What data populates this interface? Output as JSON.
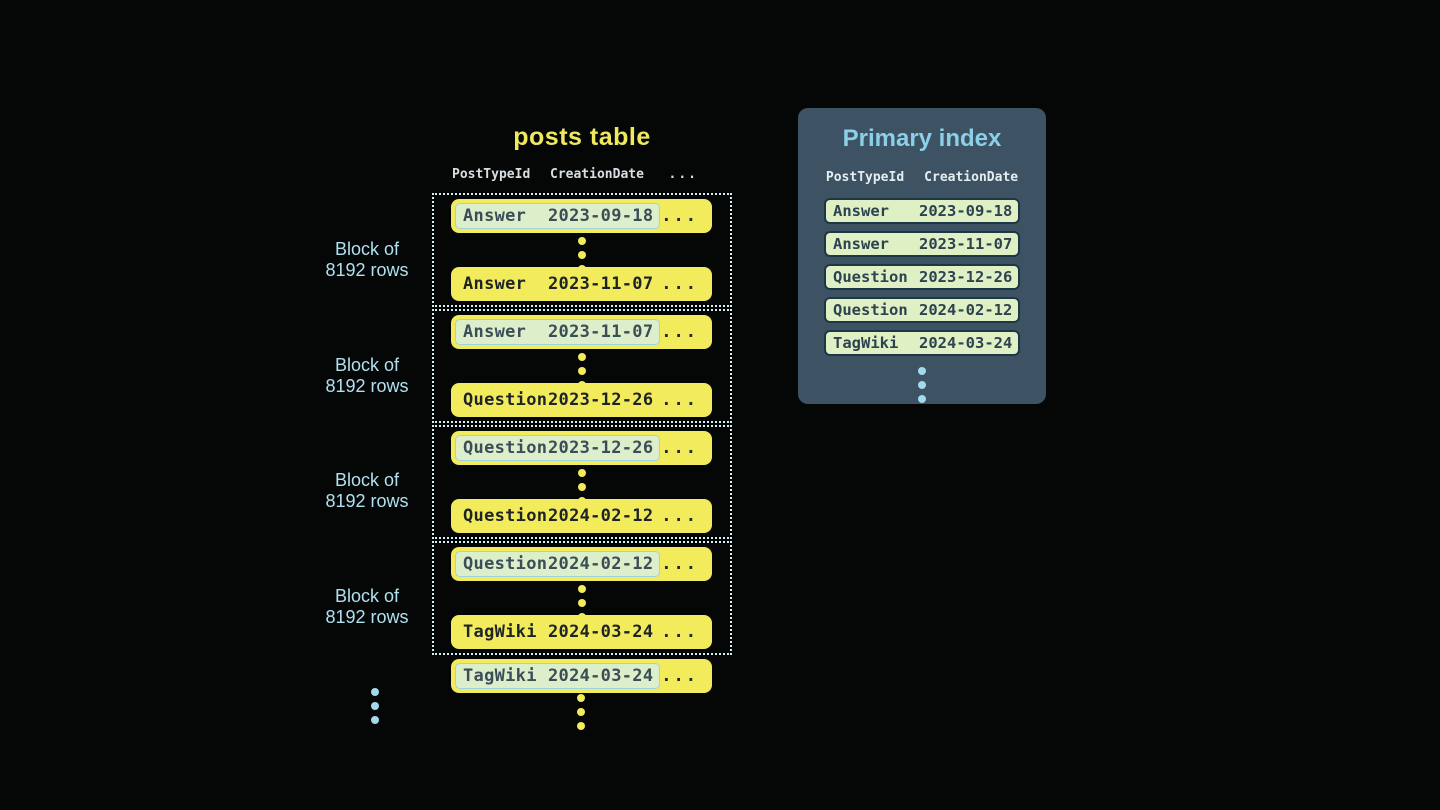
{
  "posts_table": {
    "title": "posts table",
    "headers": {
      "col1": "PostTypeId",
      "col2": "CreationDate",
      "more": "..."
    },
    "block_label": {
      "line1": "Block of",
      "line2": "8192 rows"
    },
    "row_ellipsis": "...",
    "blocks": [
      {
        "first": {
          "type": "Answer",
          "date": "2023-09-18"
        },
        "last": {
          "type": "Answer",
          "date": "2023-11-07"
        }
      },
      {
        "first": {
          "type": "Answer",
          "date": "2023-11-07"
        },
        "last": {
          "type": "Question",
          "date": "2023-12-26"
        }
      },
      {
        "first": {
          "type": "Question",
          "date": "2023-12-26"
        },
        "last": {
          "type": "Question",
          "date": "2024-02-12"
        }
      },
      {
        "first": {
          "type": "Question",
          "date": "2024-02-12"
        },
        "last": {
          "type": "TagWiki",
          "date": "2024-03-24"
        }
      }
    ],
    "orphan_row": {
      "type": "TagWiki",
      "date": "2024-03-24"
    }
  },
  "primary_index": {
    "title": "Primary index",
    "headers": {
      "col1": "PostTypeId",
      "col2": "CreationDate"
    },
    "rows": [
      {
        "type": "Answer",
        "date": "2023-09-18"
      },
      {
        "type": "Answer",
        "date": "2023-11-07"
      },
      {
        "type": "Question",
        "date": "2023-12-26"
      },
      {
        "type": "Question",
        "date": "2024-02-12"
      },
      {
        "type": "TagWiki",
        "date": "2024-03-24"
      }
    ]
  },
  "colors": {
    "background": "#050707",
    "row_yellow": "#f2ec5d",
    "title_yellow": "#f0e95e",
    "highlight_green": "#ddeecb",
    "highlight_border_blue": "#9ed3e2",
    "panel_background": "#3d5363",
    "panel_title_blue": "#8bcfe9",
    "label_blue": "#b0e0f0",
    "dot_blue": "#a3d9ec",
    "index_row_green": "#dff0c5",
    "block_dotted_border": "#d8eef6"
  }
}
